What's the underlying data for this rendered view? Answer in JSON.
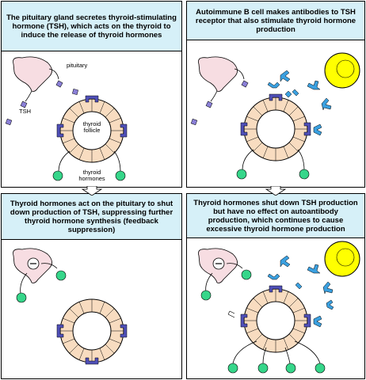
{
  "panels": [
    {
      "caption": "The pituitary gland secretes thyroid-stimulating hormone (TSH), which acts on the thyroid to induce the release of thyroid hormones",
      "labels": {
        "pituitary": "pituitary",
        "tsh": "TSH",
        "follicle": "thyroid follicle",
        "hormones": "thyroid hormones"
      }
    },
    {
      "caption": "Autoimmune B cell makes antibodies to TSH receptor that also stimulate thyroid hormone production"
    },
    {
      "caption": "Thyroid hormones act on the pituitary to shut down production of TSH, suppressing further thyroid hormone synthesis (feedback suppression)"
    },
    {
      "caption": "Thyroid hormones shut down TSH production but have no effect on autoantibody production, which continues to cause excessive thyroid hormone production"
    }
  ],
  "colors": {
    "caption_bg": "#d6f0f8",
    "pituitary": "#f7dde2",
    "tsh": "#8b80d8",
    "follicle": "#f8dcc0",
    "receptor": "#5050b8",
    "antibody": "#3aa0e0",
    "hormone": "#36d68a",
    "b_cell": "#ffff00",
    "suppress": "#ffffff"
  }
}
